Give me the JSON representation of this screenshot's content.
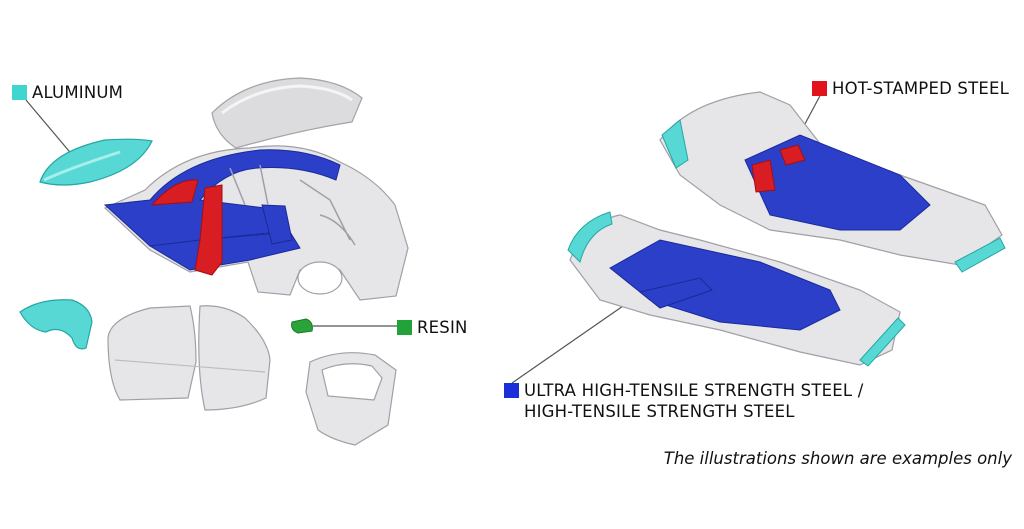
{
  "legend": {
    "aluminum": {
      "label": "ALUMINUM",
      "color": "#3fd6cf"
    },
    "hot_stamped": {
      "label": "HOT-STAMPED STEEL",
      "color": "#e3131b"
    },
    "resin": {
      "label": "RESIN",
      "color": "#22a33a"
    },
    "ultra": {
      "line1": "ULTRA HIGH-TENSILE STRENGTH STEEL /",
      "line2": "HIGH-TENSILE STRENGTH STEEL",
      "color": "#1a2fd8"
    }
  },
  "note": "The illustrations shown are examples only",
  "colors": {
    "panel": "#e4e4e6",
    "panel_edge": "#a9a9ae",
    "blue": "#2b3fc9",
    "red": "#d81d23",
    "cyan": "#58d8d4",
    "green": "#2aa43a"
  }
}
